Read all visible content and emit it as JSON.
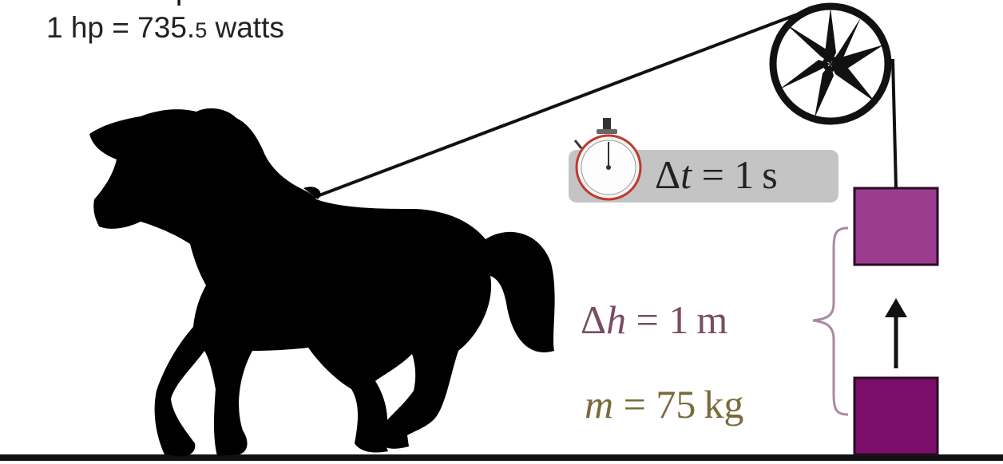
{
  "header": {
    "partial_title": "Horse power",
    "formula_prefix": "1 hp = 735.",
    "formula_decimal": "5",
    "formula_unit": " watts"
  },
  "labels": {
    "delta_t": {
      "symbol": "Δ",
      "var": "t",
      "eq": " = ",
      "value": "1",
      "unit": "s"
    },
    "delta_h": {
      "symbol": "Δ",
      "var": "h",
      "eq": " = ",
      "value": "1",
      "unit": "m"
    },
    "mass": {
      "var": "m",
      "eq": " = ",
      "value": "75",
      "unit": "kg"
    }
  },
  "colors": {
    "upper_block": "#9c3c8f",
    "lower_block": "#7a0e68",
    "brace": "#a88aa0",
    "timer_badge": "#c4c4c4",
    "stopwatch_accent": "#c0392b"
  },
  "icons": [
    "horse-silhouette-icon",
    "pulley-icon",
    "stopwatch-icon",
    "up-arrow-icon",
    "brace-icon"
  ]
}
